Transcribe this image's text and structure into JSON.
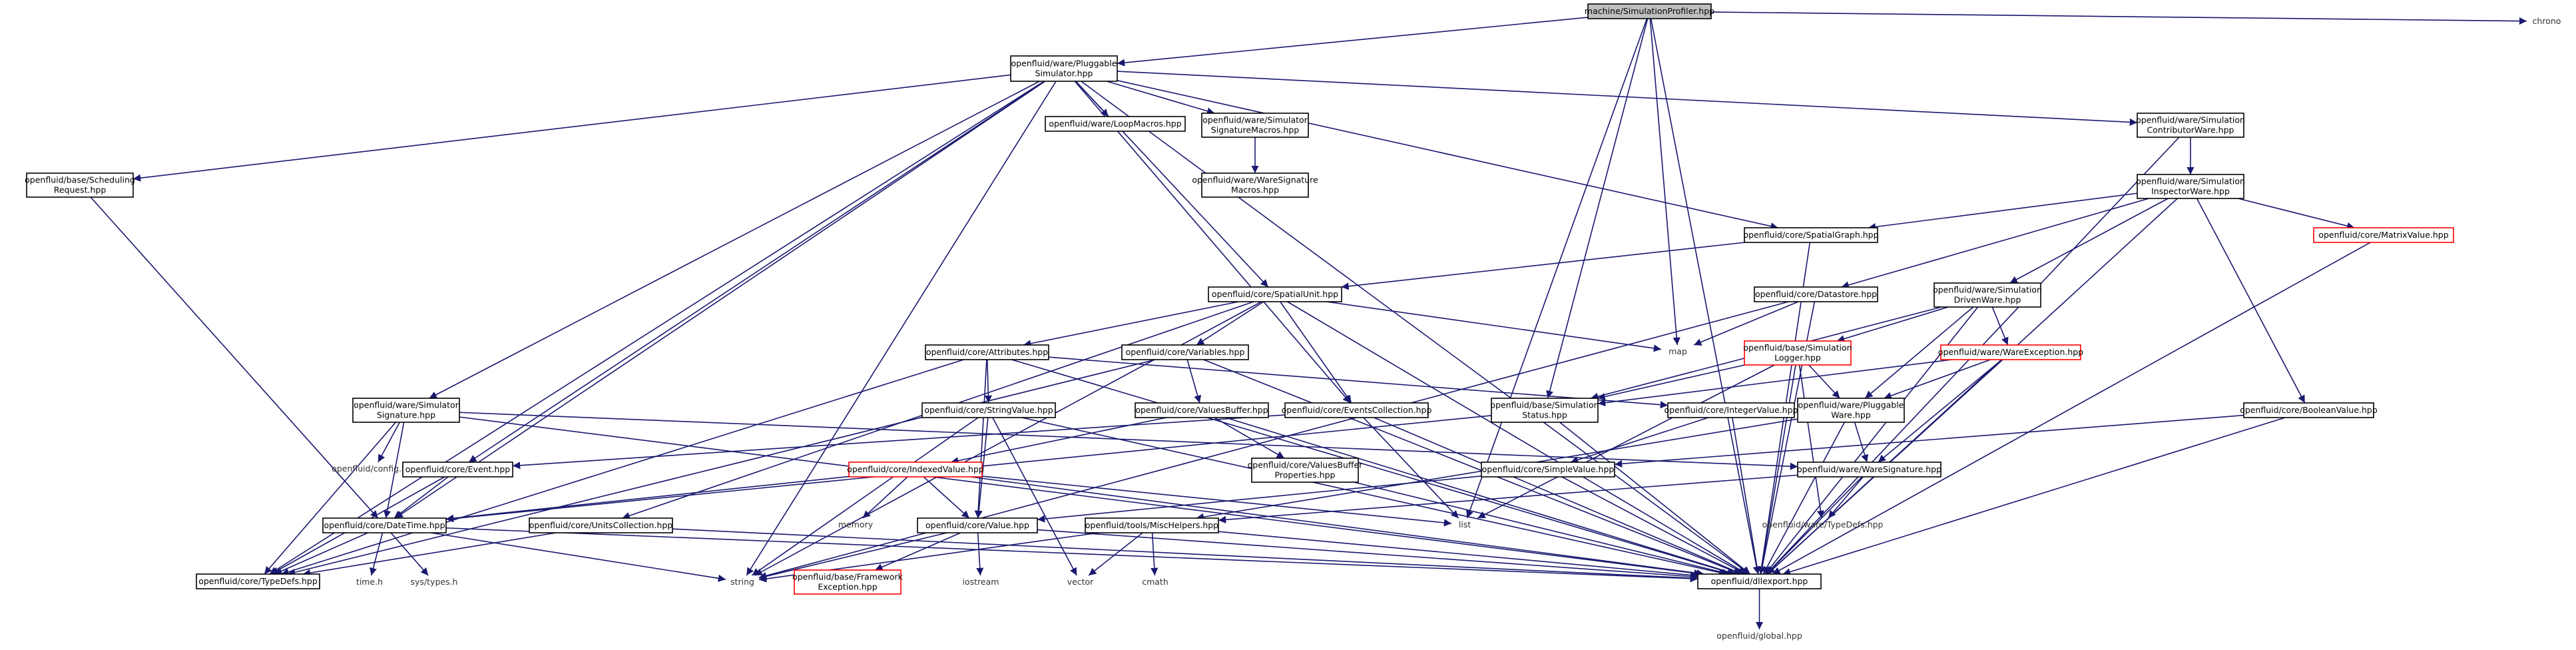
{
  "graph": {
    "title": "",
    "colors": {
      "edge": "#191970",
      "root_fill": "#bfbfbf",
      "missing_border": "#ff0000",
      "border": "#000000"
    },
    "nodes": [
      {
        "id": "root",
        "lines": [
          "machine/SimulationProfiler.hpp"
        ],
        "style": "root"
      },
      {
        "id": "pluggable_sim",
        "lines": [
          "openfluid/ware/Pluggable",
          "Simulator.hpp"
        ],
        "style": "black"
      },
      {
        "id": "chrono",
        "lines": [
          "chrono"
        ],
        "style": "plain"
      },
      {
        "id": "loopmacros",
        "lines": [
          "openfluid/ware/LoopMacros.hpp"
        ],
        "style": "black"
      },
      {
        "id": "simsigmacros",
        "lines": [
          "openfluid/ware/Simulator",
          "SignatureMacros.hpp"
        ],
        "style": "black"
      },
      {
        "id": "waresigmacros",
        "lines": [
          "openfluid/ware/WareSignature",
          "Macros.hpp"
        ],
        "style": "black"
      },
      {
        "id": "contribware",
        "lines": [
          "openfluid/ware/Simulation",
          "ContributorWare.hpp"
        ],
        "style": "black"
      },
      {
        "id": "inspectorware",
        "lines": [
          "openfluid/ware/Simulation",
          "InspectorWare.hpp"
        ],
        "style": "black"
      },
      {
        "id": "schedreq",
        "lines": [
          "openfluid/base/Scheduling",
          "Request.hpp"
        ],
        "style": "black"
      },
      {
        "id": "matrixvalue",
        "lines": [
          "openfluid/core/MatrixValue.hpp"
        ],
        "style": "red"
      },
      {
        "id": "spatialgraph",
        "lines": [
          "openfluid/core/SpatialGraph.hpp"
        ],
        "style": "black"
      },
      {
        "id": "spatialunit",
        "lines": [
          "openfluid/core/SpatialUnit.hpp"
        ],
        "style": "black"
      },
      {
        "id": "datastore",
        "lines": [
          "openfluid/core/Datastore.hpp"
        ],
        "style": "black"
      },
      {
        "id": "drivenware",
        "lines": [
          "openfluid/ware/Simulation",
          "DrivenWare.hpp"
        ],
        "style": "black"
      },
      {
        "id": "map",
        "lines": [
          "map"
        ],
        "style": "plain"
      },
      {
        "id": "attributes",
        "lines": [
          "openfluid/core/Attributes.hpp"
        ],
        "style": "black"
      },
      {
        "id": "variables",
        "lines": [
          "openfluid/core/Variables.hpp"
        ],
        "style": "black"
      },
      {
        "id": "simlogger",
        "lines": [
          "openfluid/base/Simulation",
          "Logger.hpp"
        ],
        "style": "red"
      },
      {
        "id": "wareexception",
        "lines": [
          "openfluid/ware/WareException.hpp"
        ],
        "style": "red"
      },
      {
        "id": "simsignature",
        "lines": [
          "openfluid/ware/Simulator",
          "Signature.hpp"
        ],
        "style": "black"
      },
      {
        "id": "stringvalue",
        "lines": [
          "openfluid/core/StringValue.hpp"
        ],
        "style": "black"
      },
      {
        "id": "valuesbuffer",
        "lines": [
          "openfluid/core/ValuesBuffer.hpp"
        ],
        "style": "black"
      },
      {
        "id": "eventscoll",
        "lines": [
          "openfluid/core/EventsCollection.hpp"
        ],
        "style": "black"
      },
      {
        "id": "simstatus",
        "lines": [
          "openfluid/base/Simulation",
          "Status.hpp"
        ],
        "style": "black"
      },
      {
        "id": "integervalue",
        "lines": [
          "openfluid/core/IntegerValue.hpp"
        ],
        "style": "black"
      },
      {
        "id": "pluggableware",
        "lines": [
          "openfluid/ware/Pluggable",
          "Ware.hpp"
        ],
        "style": "black"
      },
      {
        "id": "booleanvalue",
        "lines": [
          "openfluid/core/BooleanValue.hpp"
        ],
        "style": "black"
      },
      {
        "id": "config",
        "lines": [
          "openfluid/config.hpp"
        ],
        "style": "plain"
      },
      {
        "id": "event",
        "lines": [
          "openfluid/core/Event.hpp"
        ],
        "style": "black"
      },
      {
        "id": "indexedvalue",
        "lines": [
          "openfluid/core/IndexedValue.hpp"
        ],
        "style": "red"
      },
      {
        "id": "valuesbufprops",
        "lines": [
          "openfluid/core/ValuesBuffer",
          "Properties.hpp"
        ],
        "style": "black"
      },
      {
        "id": "simplevalue",
        "lines": [
          "openfluid/core/SimpleValue.hpp"
        ],
        "style": "black"
      },
      {
        "id": "waresignature",
        "lines": [
          "openfluid/ware/WareSignature.hpp"
        ],
        "style": "black"
      },
      {
        "id": "datetime",
        "lines": [
          "openfluid/core/DateTime.hpp"
        ],
        "style": "black"
      },
      {
        "id": "unitscoll",
        "lines": [
          "openfluid/core/UnitsCollection.hpp"
        ],
        "style": "black"
      },
      {
        "id": "memory",
        "lines": [
          "memory"
        ],
        "style": "plain"
      },
      {
        "id": "value",
        "lines": [
          "openfluid/core/Value.hpp"
        ],
        "style": "black"
      },
      {
        "id": "mischelpers",
        "lines": [
          "openfluid/tools/MiscHelpers.hpp"
        ],
        "style": "black"
      },
      {
        "id": "list",
        "lines": [
          "list"
        ],
        "style": "plain"
      },
      {
        "id": "waretypedefs",
        "lines": [
          "openfluid/ware/TypeDefs.hpp"
        ],
        "style": "plain"
      },
      {
        "id": "coretypedefs",
        "lines": [
          "openfluid/core/TypeDefs.hpp"
        ],
        "style": "black"
      },
      {
        "id": "timeh",
        "lines": [
          "time.h"
        ],
        "style": "plain"
      },
      {
        "id": "systypes",
        "lines": [
          "sys/types.h"
        ],
        "style": "plain"
      },
      {
        "id": "string",
        "lines": [
          "string"
        ],
        "style": "plain"
      },
      {
        "id": "frameworkexc",
        "lines": [
          "openfluid/base/Framework",
          "Exception.hpp"
        ],
        "style": "red"
      },
      {
        "id": "iostream",
        "lines": [
          "iostream"
        ],
        "style": "plain"
      },
      {
        "id": "vector",
        "lines": [
          "vector"
        ],
        "style": "plain"
      },
      {
        "id": "cmath",
        "lines": [
          "cmath"
        ],
        "style": "plain"
      },
      {
        "id": "dllexport",
        "lines": [
          "openfluid/dllexport.hpp"
        ],
        "style": "black"
      },
      {
        "id": "global",
        "lines": [
          "openfluid/global.hpp"
        ],
        "style": "plain"
      }
    ],
    "edges": [
      [
        "root",
        "pluggable_sim"
      ],
      [
        "root",
        "chrono"
      ],
      [
        "root",
        "map"
      ],
      [
        "root",
        "simstatus"
      ],
      [
        "root",
        "list"
      ],
      [
        "root",
        "dllexport"
      ],
      [
        "pluggable_sim",
        "loopmacros"
      ],
      [
        "pluggable_sim",
        "simsigmacros"
      ],
      [
        "pluggable_sim",
        "contribware"
      ],
      [
        "pluggable_sim",
        "schedreq"
      ],
      [
        "pluggable_sim",
        "spatialgraph"
      ],
      [
        "pluggable_sim",
        "spatialunit"
      ],
      [
        "pluggable_sim",
        "eventscoll"
      ],
      [
        "pluggable_sim",
        "simsignature"
      ],
      [
        "pluggable_sim",
        "event"
      ],
      [
        "pluggable_sim",
        "datetime"
      ],
      [
        "pluggable_sim",
        "string"
      ],
      [
        "pluggable_sim",
        "coretypedefs"
      ],
      [
        "pluggable_sim",
        "dllexport"
      ],
      [
        "simsigmacros",
        "waresigmacros"
      ],
      [
        "contribware",
        "inspectorware"
      ],
      [
        "contribware",
        "dllexport"
      ],
      [
        "inspectorware",
        "spatialgraph"
      ],
      [
        "inspectorware",
        "matrixvalue"
      ],
      [
        "inspectorware",
        "datastore"
      ],
      [
        "inspectorware",
        "drivenware"
      ],
      [
        "inspectorware",
        "booleanvalue"
      ],
      [
        "inspectorware",
        "dllexport"
      ],
      [
        "schedreq",
        "datetime"
      ],
      [
        "matrixvalue",
        "dllexport"
      ],
      [
        "spatialgraph",
        "spatialunit"
      ],
      [
        "spatialgraph",
        "dllexport"
      ],
      [
        "spatialunit",
        "map"
      ],
      [
        "spatialunit",
        "attributes"
      ],
      [
        "spatialunit",
        "variables"
      ],
      [
        "spatialunit",
        "eventscoll"
      ],
      [
        "spatialunit",
        "unitscoll"
      ],
      [
        "spatialunit",
        "string"
      ],
      [
        "spatialunit",
        "dllexport"
      ],
      [
        "datastore",
        "map"
      ],
      [
        "datastore",
        "string"
      ],
      [
        "datastore",
        "dllexport"
      ],
      [
        "drivenware",
        "simlogger"
      ],
      [
        "drivenware",
        "wareexception"
      ],
      [
        "drivenware",
        "pluggableware"
      ],
      [
        "drivenware",
        "simstatus"
      ],
      [
        "drivenware",
        "dllexport"
      ],
      [
        "attributes",
        "stringvalue"
      ],
      [
        "attributes",
        "integervalue"
      ],
      [
        "attributes",
        "coretypedefs"
      ],
      [
        "attributes",
        "value"
      ],
      [
        "attributes",
        "dllexport"
      ],
      [
        "variables",
        "valuesbuffer"
      ],
      [
        "variables",
        "coretypedefs"
      ],
      [
        "variables",
        "dllexport"
      ],
      [
        "simlogger",
        "simstatus"
      ],
      [
        "simlogger",
        "pluggableware"
      ],
      [
        "simlogger",
        "list"
      ],
      [
        "simlogger",
        "waretypedefs"
      ],
      [
        "simlogger",
        "dllexport"
      ],
      [
        "wareexception",
        "simstatus"
      ],
      [
        "wareexception",
        "pluggableware"
      ],
      [
        "wareexception",
        "waresignature"
      ],
      [
        "wareexception",
        "dllexport"
      ],
      [
        "simsignature",
        "config"
      ],
      [
        "simsignature",
        "datetime"
      ],
      [
        "simsignature",
        "waresignature"
      ],
      [
        "simsignature",
        "coretypedefs"
      ],
      [
        "simsignature",
        "dllexport"
      ],
      [
        "stringvalue",
        "value"
      ],
      [
        "stringvalue",
        "vector"
      ],
      [
        "stringvalue",
        "string"
      ],
      [
        "stringvalue",
        "dllexport"
      ],
      [
        "valuesbuffer",
        "indexedvalue"
      ],
      [
        "valuesbuffer",
        "valuesbufprops"
      ],
      [
        "valuesbuffer",
        "dllexport"
      ],
      [
        "eventscoll",
        "event"
      ],
      [
        "eventscoll",
        "list"
      ],
      [
        "eventscoll",
        "dllexport"
      ],
      [
        "simstatus",
        "datetime"
      ],
      [
        "simstatus",
        "dllexport"
      ],
      [
        "integervalue",
        "simplevalue"
      ],
      [
        "integervalue",
        "dllexport"
      ],
      [
        "pluggableware",
        "waresignature"
      ],
      [
        "pluggableware",
        "mischelpers"
      ],
      [
        "pluggableware",
        "dllexport"
      ],
      [
        "booleanvalue",
        "simplevalue"
      ],
      [
        "booleanvalue",
        "dllexport"
      ],
      [
        "event",
        "datetime"
      ],
      [
        "event",
        "coretypedefs"
      ],
      [
        "indexedvalue",
        "value"
      ],
      [
        "indexedvalue",
        "memory"
      ],
      [
        "indexedvalue",
        "datetime"
      ],
      [
        "indexedvalue",
        "list"
      ],
      [
        "indexedvalue",
        "dllexport"
      ],
      [
        "valuesbufprops",
        "dllexport"
      ],
      [
        "simplevalue",
        "value"
      ],
      [
        "simplevalue",
        "dllexport"
      ],
      [
        "waresignature",
        "waretypedefs"
      ],
      [
        "waresignature",
        "mischelpers"
      ],
      [
        "waresignature",
        "dllexport"
      ],
      [
        "datetime",
        "timeh"
      ],
      [
        "datetime",
        "systypes"
      ],
      [
        "datetime",
        "string"
      ],
      [
        "datetime",
        "coretypedefs"
      ],
      [
        "datetime",
        "dllexport"
      ],
      [
        "unitscoll",
        "coretypedefs"
      ],
      [
        "unitscoll",
        "dllexport"
      ],
      [
        "value",
        "iostream"
      ],
      [
        "value",
        "frameworkexc"
      ],
      [
        "value",
        "string"
      ],
      [
        "value",
        "dllexport"
      ],
      [
        "mischelpers",
        "string"
      ],
      [
        "mischelpers",
        "vector"
      ],
      [
        "mischelpers",
        "cmath"
      ],
      [
        "mischelpers",
        "dllexport"
      ],
      [
        "dllexport",
        "global"
      ]
    ]
  }
}
